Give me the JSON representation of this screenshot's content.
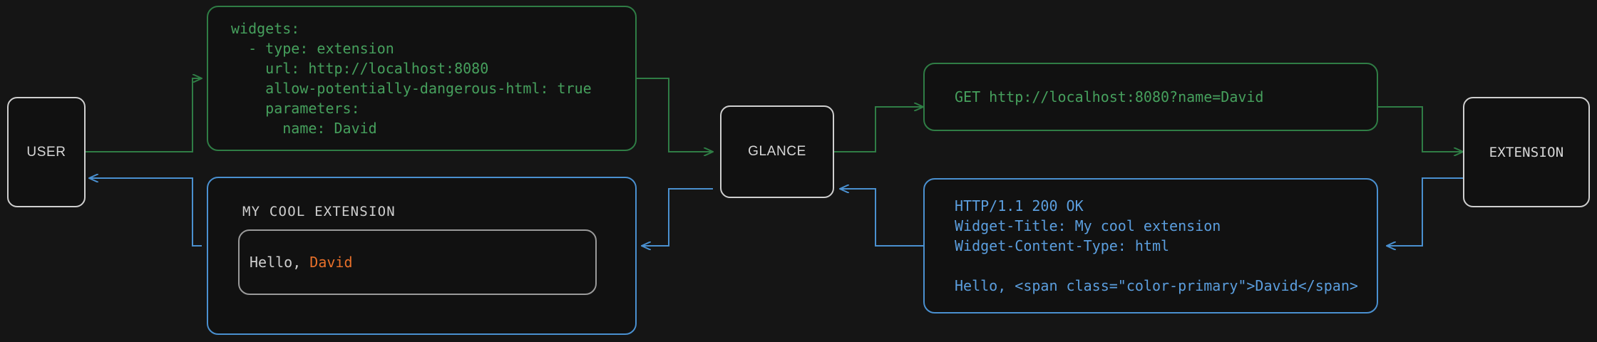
{
  "diagram": {
    "background_color": "#151515",
    "request_color": "#2f7d45",
    "response_color": "#4a90d0",
    "node_border_color": "#cfcfcf",
    "accent_color": "#e8702a"
  },
  "nodes": {
    "user": {
      "label": "USER"
    },
    "glance": {
      "label": "GLANCE"
    },
    "extension": {
      "label": "EXTENSION"
    }
  },
  "messages": {
    "config_yaml": {
      "text": "widgets:\n  - type: extension\n    url: http://localhost:8080\n    allow-potentially-dangerous-html: true\n    parameters:\n      name: David"
    },
    "http_request": {
      "text": "GET http://localhost:8080?name=David"
    },
    "http_response": {
      "text": "HTTP/1.1 200 OK\nWidget-Title: My cool extension\nWidget-Content-Type: html\n\nHello, <span class=\"color-primary\">David</span>"
    },
    "rendered_widget": {
      "title": "MY COOL EXTENSION",
      "body_prefix": "Hello, ",
      "body_accent": "David"
    }
  }
}
